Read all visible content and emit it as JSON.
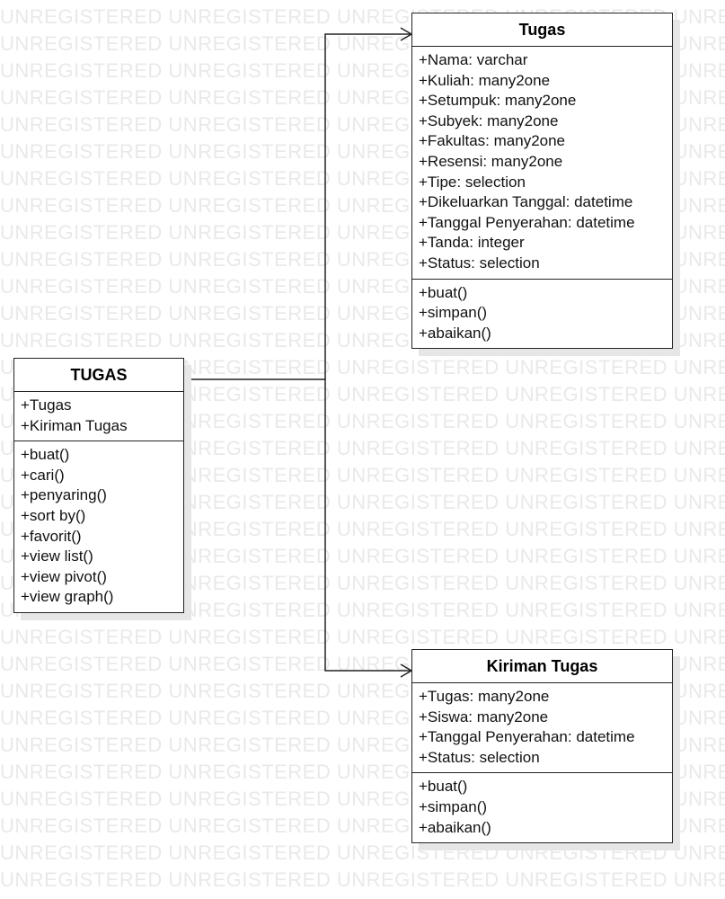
{
  "watermark": {
    "text": "UNREGISTERED",
    "color": "#e9e9e9"
  },
  "diagram": {
    "classes": [
      {
        "id": "tugas-controller",
        "title": "TUGAS",
        "attributes": [
          "+Tugas",
          "+Kiriman Tugas"
        ],
        "methods": [
          "+buat()",
          "+cari()",
          "+penyaring()",
          "+sort by()",
          "+favorit()",
          "+view list()",
          "+view pivot()",
          "+view graph()"
        ]
      },
      {
        "id": "tugas-model",
        "title": "Tugas",
        "attributes": [
          "+Nama: varchar",
          "+Kuliah: many2one",
          "+Setumpuk: many2one",
          "+Subyek: many2one",
          "+Fakultas: many2one",
          "+Resensi: many2one",
          "+Tipe: selection",
          "+Dikeluarkan Tanggal: datetime",
          "+Tanggal Penyerahan: datetime",
          "+Tanda: integer",
          "+Status: selection"
        ],
        "methods": [
          "+buat()",
          "+simpan()",
          "+abaikan()"
        ]
      },
      {
        "id": "kiriman-tugas-model",
        "title": "Kiriman Tugas",
        "attributes": [
          "+Tugas: many2one",
          "+Siswa: many2one",
          "+Tanggal Penyerahan: datetime",
          "+Status: selection"
        ],
        "methods": [
          "+buat()",
          "+simpan()",
          "+abaikan()"
        ]
      }
    ],
    "associations": [
      {
        "from": "tugas-controller",
        "to": "tugas-model",
        "arrow": "open"
      },
      {
        "from": "tugas-controller",
        "to": "kiriman-tugas-model",
        "arrow": "open"
      }
    ]
  }
}
